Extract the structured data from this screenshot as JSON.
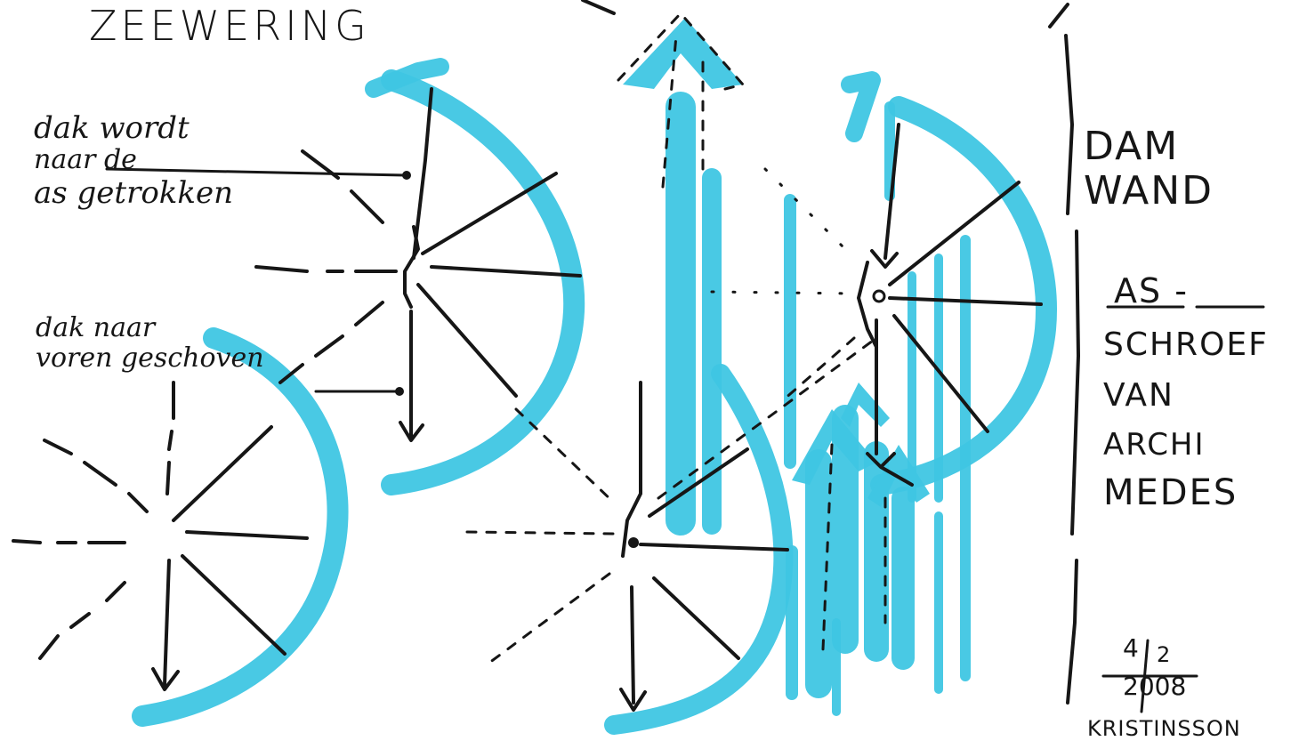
{
  "title": "ZEEWERING",
  "notes": {
    "pull": [
      "dak wordt",
      "naar de",
      "as getrokken"
    ],
    "push": [
      "dak naar",
      "voren geschoven"
    ]
  },
  "side_label": [
    "DAM",
    "WAND"
  ],
  "side_notes": [
    "AS -",
    "SCHROEF",
    "VAN",
    "ARCHI",
    "MEDES"
  ],
  "signature": {
    "day": "4",
    "month": "2",
    "year": "2008",
    "name": "KRISTINSSON"
  },
  "colors": {
    "ink": "#161616",
    "marker": "#3fc6e3"
  }
}
